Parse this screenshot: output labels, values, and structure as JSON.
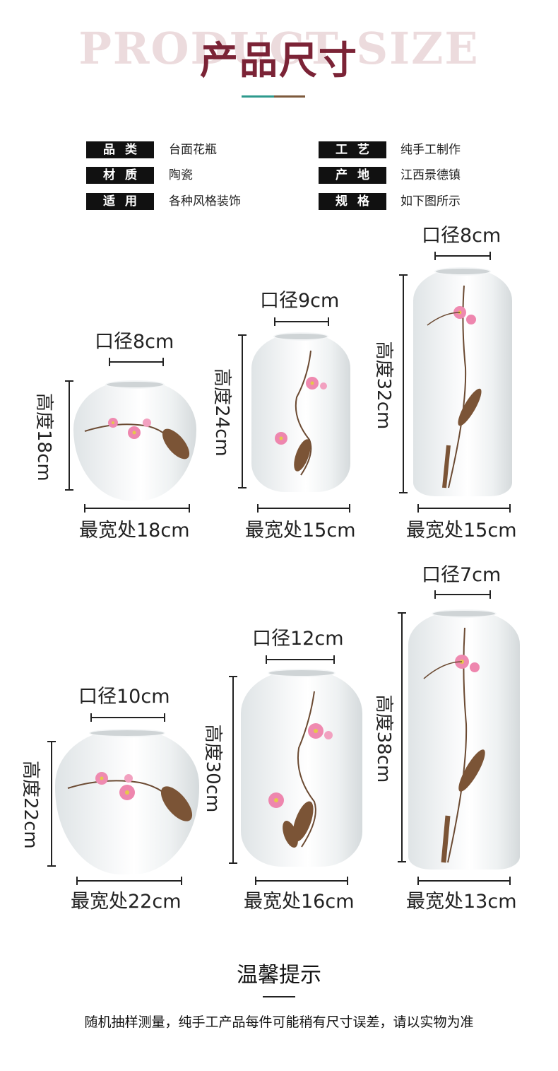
{
  "header": {
    "bg_title": "PRODUCT SIZE",
    "title": "产品尺寸",
    "title_color": "#7b2336",
    "bar_colors": [
      "#2e9a8d",
      "#7d5a3c"
    ]
  },
  "specs": [
    {
      "tag": "品类",
      "value": "台面花瓶"
    },
    {
      "tag": "材质",
      "value": "陶瓷"
    },
    {
      "tag": "适用",
      "value": "各种风格装饰"
    },
    {
      "tag": "工艺",
      "value": "纯手工制作"
    },
    {
      "tag": "产地",
      "value": "江西景德镇"
    },
    {
      "tag": "规格",
      "value": "如下图所示"
    }
  ],
  "vases": [
    {
      "mouth": "口径8cm",
      "height": "高度18cm",
      "width": "最宽处18cm"
    },
    {
      "mouth": "口径9cm",
      "height": "高度24cm",
      "width": "最宽处15cm"
    },
    {
      "mouth": "口径8cm",
      "height": "高度32cm",
      "width": "最宽处15cm"
    },
    {
      "mouth": "口径10cm",
      "height": "高度22cm",
      "width": "最宽处22cm"
    },
    {
      "mouth": "口径12cm",
      "height": "高度30cm",
      "width": "最宽处16cm"
    },
    {
      "mouth": "口径7cm",
      "height": "高度38cm",
      "width": "最宽处13cm"
    }
  ],
  "footer": {
    "title": "温馨提示",
    "text": "随机抽样测量，纯手工产品每件可能稍有尺寸误差，请以实物为准"
  }
}
